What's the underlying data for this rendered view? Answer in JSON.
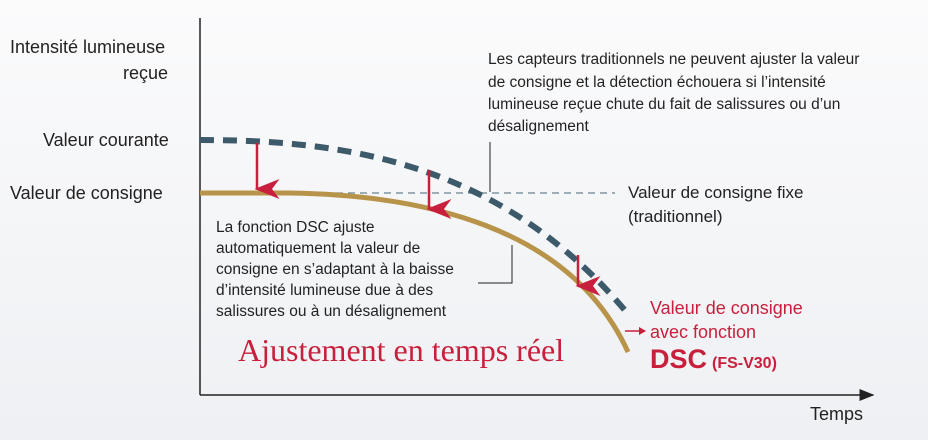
{
  "axes": {
    "y_label": [
      "Intensité lumineuse",
      "reçue"
    ],
    "x_label": "Temps",
    "current_value": "Valeur courante",
    "setpoint": "Valeur de consigne"
  },
  "annotations": {
    "traditional_note": [
      "Les capteurs traditionnels ne peuvent ajuster la valeur",
      "de consigne et la détection échouera si l’intensité",
      "lumineuse reçue chute du fait de salissures ou d’un",
      "désalignement"
    ],
    "fixed_setpoint": [
      "Valeur de consigne fixe",
      "(traditionnel)"
    ],
    "dsc_note": [
      "La fonction DSC  ajuste",
      "automatiquement la valeur de",
      "consigne en s’adaptant à la baisse",
      "d’intensité lumineuse due à des",
      "salissures ou à un désalignement"
    ],
    "realtime": "Ajustement en temps réel",
    "dsc_setpoint": [
      "Valeur de consigne",
      "avec fonction",
      "DSC",
      "(FS-V30)"
    ]
  },
  "colors": {
    "current": "#3d5a6b",
    "dsc": "#b8934a",
    "accent": "#c8203c",
    "reference": "#6a8391"
  }
}
